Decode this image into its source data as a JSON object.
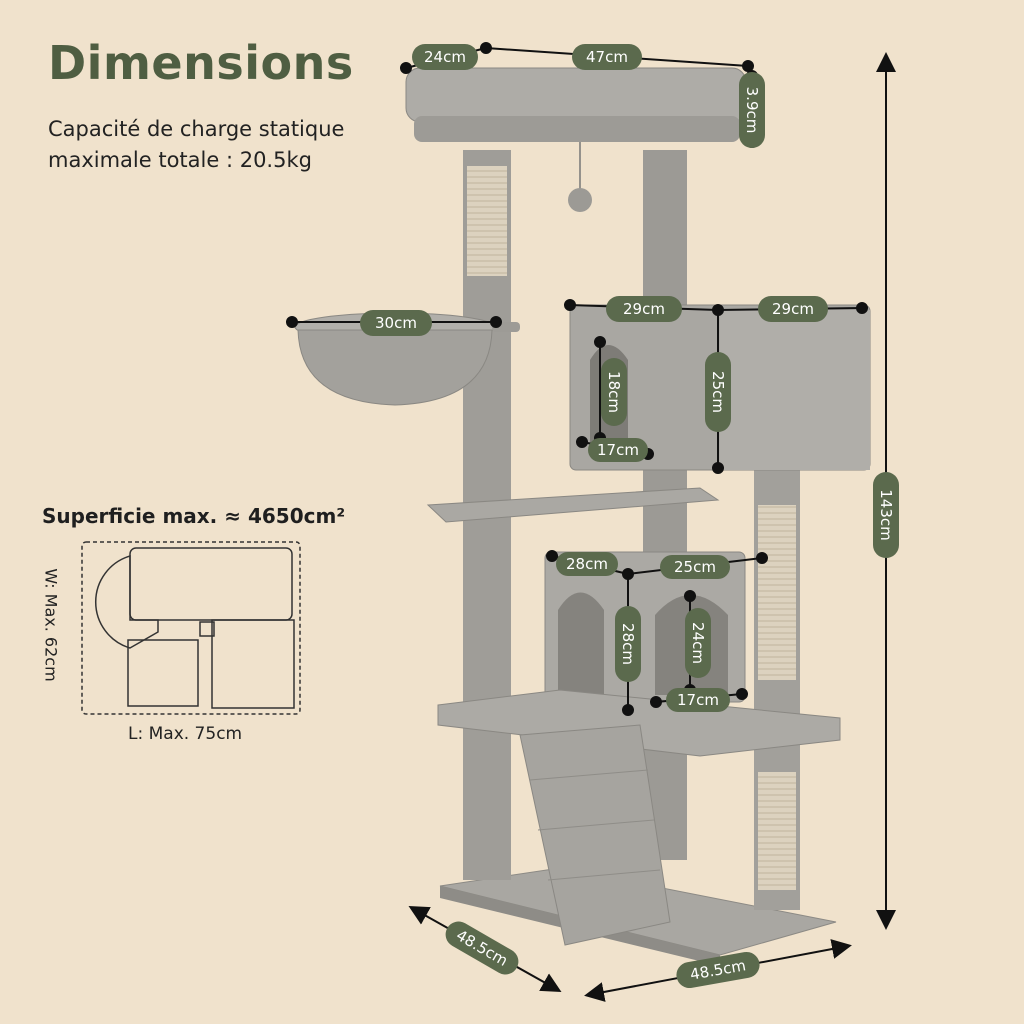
{
  "header": {
    "title": "Dimensions",
    "subtitle_line1": "Capacité de charge statique",
    "subtitle_line2": "maximale totale : 20.5kg"
  },
  "footprint": {
    "area_title": "Superficie max. ≈ 4650cm²",
    "width_label": "W: Max. 62cm",
    "length_label": "L: Max. 75cm"
  },
  "measurements": {
    "top_depth": "24cm",
    "top_width": "47cm",
    "top_thickness": "3.9cm",
    "total_height": "143cm",
    "basket_diameter": "30cm",
    "upper_condo_width": "29cm",
    "upper_condo_depth": "29cm",
    "upper_condo_height": "25cm",
    "upper_door_height": "18cm",
    "upper_door_width": "17cm",
    "lower_condo_depth": "28cm",
    "lower_condo_width": "25cm",
    "lower_condo_height": "28cm",
    "lower_door_height": "24cm",
    "lower_door_width": "17cm",
    "base_depth": "48.5cm",
    "base_width": "48.5cm"
  },
  "colors": {
    "background": "#f0e2cc",
    "accent": "#5b6a4d",
    "carpet": "#a8a6a1",
    "sisal": "#d9cfbb"
  }
}
